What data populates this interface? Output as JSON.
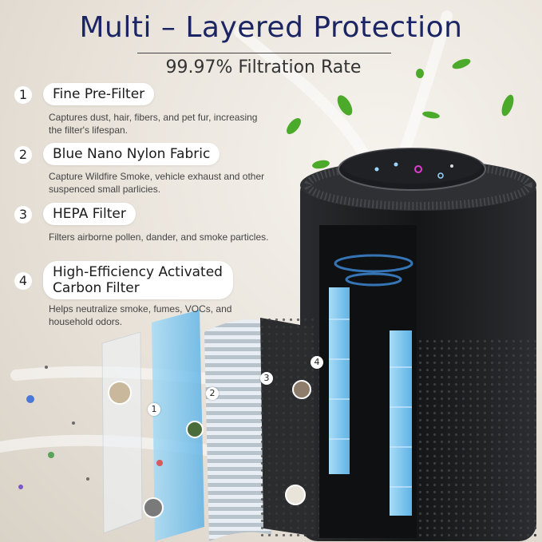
{
  "header": {
    "title": "Multi – Layered Protection",
    "subtitle": "99.97% Filtration Rate"
  },
  "layers": [
    {
      "number": "1",
      "name": "Fine Pre-Filter",
      "description": "Captures dust, hair, fibers, and pet fur, increasing the filter's lifespan."
    },
    {
      "number": "2",
      "name": "Blue Nano Nylon Fabric",
      "description": "Capture Wildfire Smoke, vehicle exhaust and other suspenced small parlicies."
    },
    {
      "number": "3",
      "name": "HEPA Filter",
      "description": "Filters airborne pollen, dander, and smoke particles."
    },
    {
      "number": "4",
      "name": "High-Efficiency Activated Carbon Filter",
      "description": "Helps neutralize smoke, fumes, VOCs, and household odors."
    }
  ],
  "callouts": [
    "1",
    "2",
    "3",
    "4"
  ],
  "colors": {
    "title": "#1c2563",
    "purifier": "#1e1f21",
    "filter_blue": "#8fcdf0",
    "leaf": "#4caa2a"
  }
}
